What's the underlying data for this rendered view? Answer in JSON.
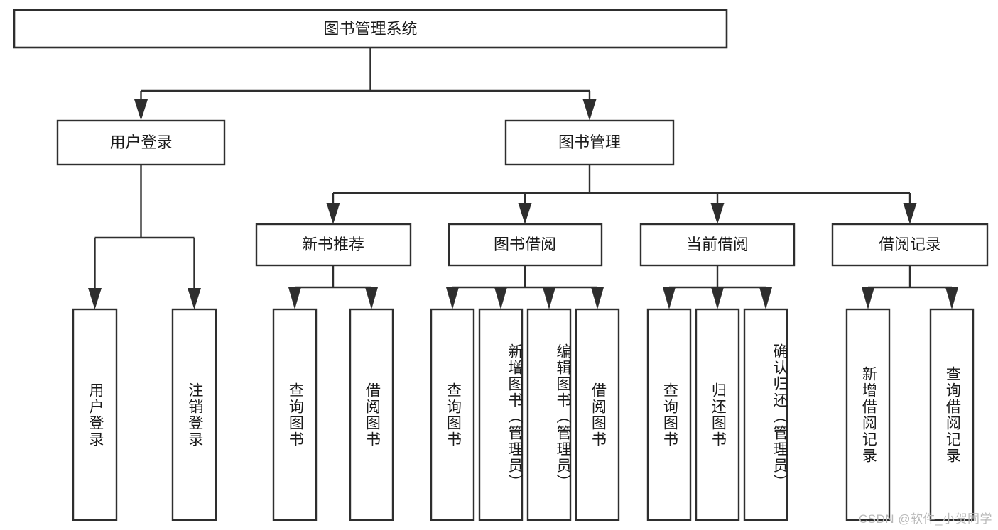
{
  "diagram": {
    "type": "tree",
    "title": "图书管理系统",
    "colors": {
      "box_stroke": "#2e2e2e",
      "box_fill": "#ffffff",
      "text": "#1a1a1a",
      "background": "#ffffff",
      "watermark": "#b9b9b9"
    },
    "root": {
      "label": "图书管理系统"
    },
    "level2": [
      {
        "label": "用户登录"
      },
      {
        "label": "图书管理"
      }
    ],
    "level3": [
      {
        "label": "新书推荐"
      },
      {
        "label": "图书借阅"
      },
      {
        "label": "当前借阅"
      },
      {
        "label": "借阅记录"
      }
    ],
    "leaves": {
      "user_login": [
        {
          "label": "用户登录"
        },
        {
          "label": "注销登录"
        }
      ],
      "new_book_rec": [
        {
          "label": "查询图书"
        },
        {
          "label": "借阅图书"
        }
      ],
      "book_borrow": [
        {
          "label": "查询图书"
        },
        {
          "label": "新增图书（管理员）"
        },
        {
          "label": "编辑图书（管理员）"
        },
        {
          "label": "借阅图书"
        }
      ],
      "current_borrow": [
        {
          "label": "查询图书"
        },
        {
          "label": "归还图书"
        },
        {
          "label": "确认归还（管理员）"
        }
      ],
      "borrow_record": [
        {
          "label": "新增借阅记录"
        },
        {
          "label": "查询借阅记录"
        }
      ]
    }
  },
  "watermark": {
    "text": "CSDN @软件_小贺同学"
  }
}
